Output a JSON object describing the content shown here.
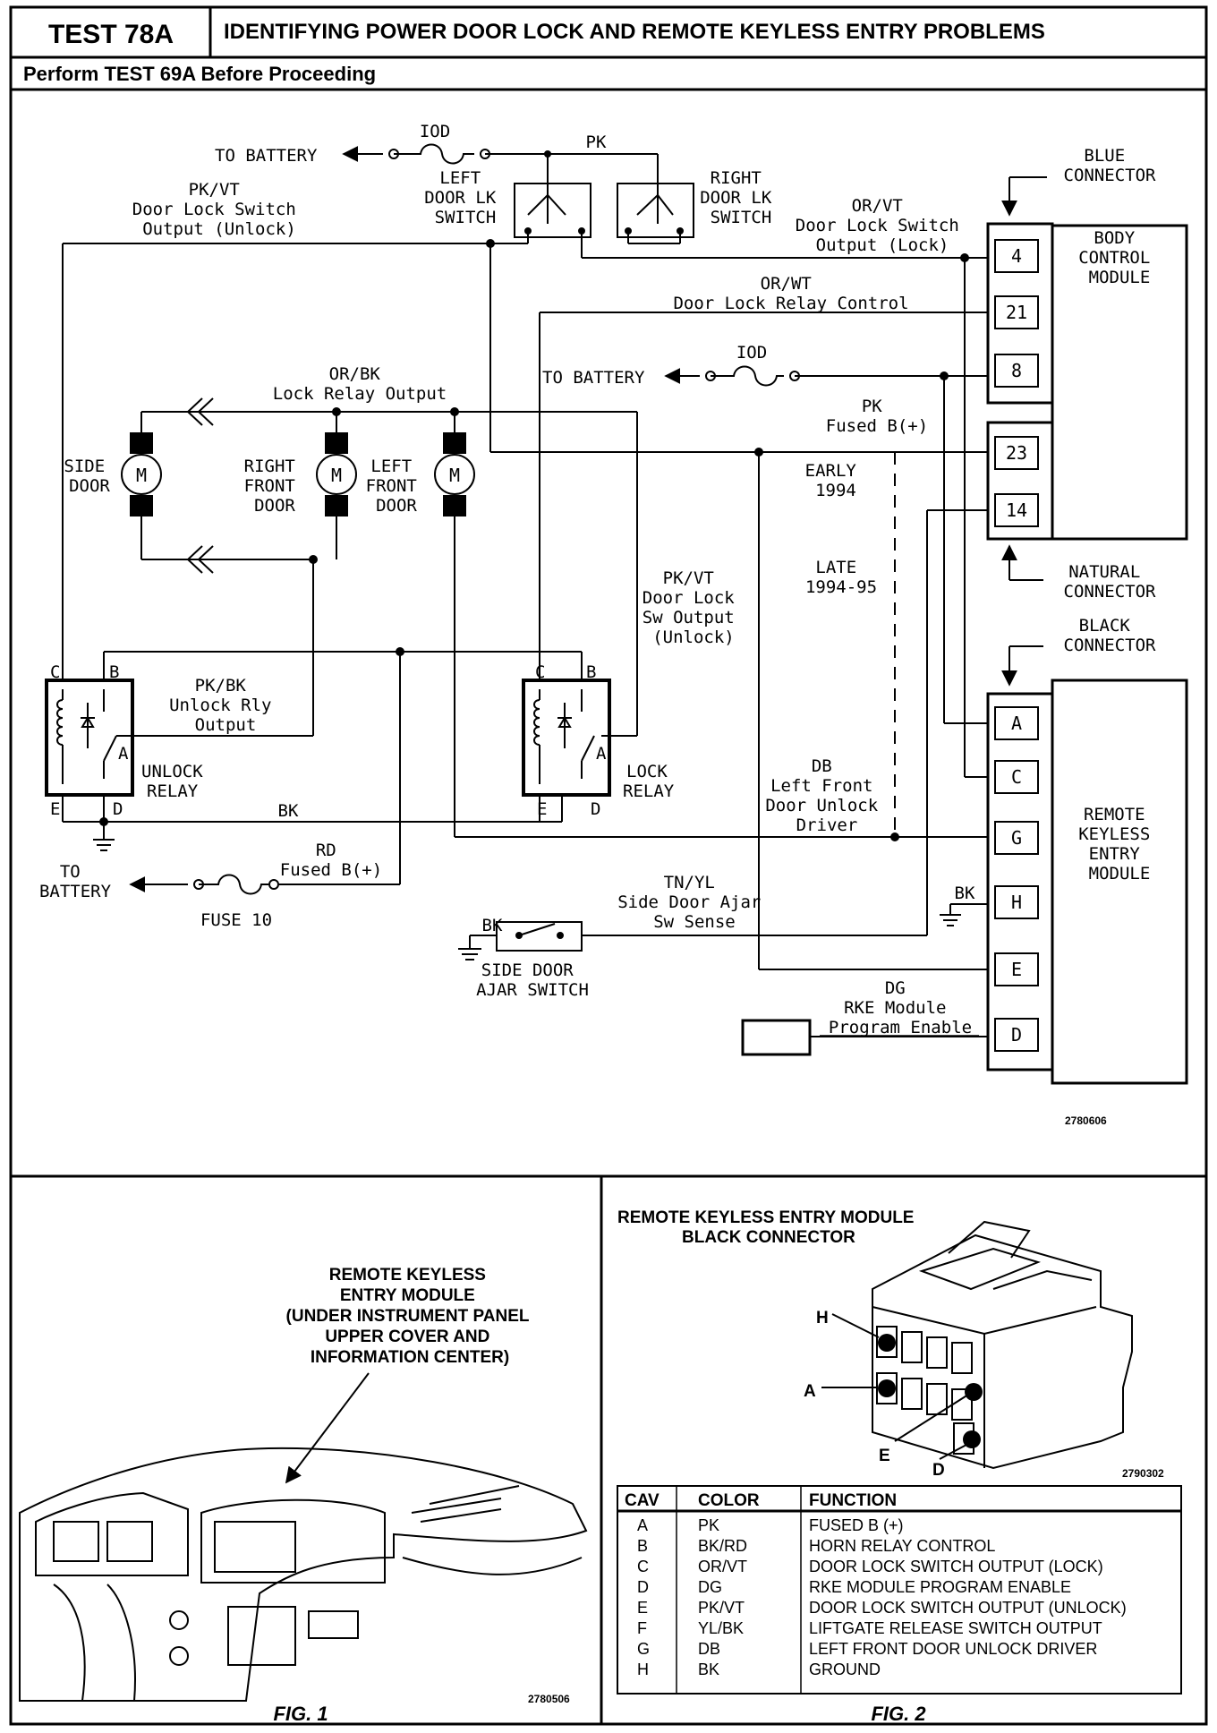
{
  "header": {
    "test_id": "TEST 78A",
    "title": "IDENTIFYING POWER DOOR LOCK AND REMOTE KEYLESS ENTRY PROBLEMS",
    "subtitle": "Perform TEST 69A Before Proceeding"
  },
  "schematic": {
    "labels": {
      "to_battery": "TO BATTERY",
      "iod": "IOD",
      "pk": "PK",
      "left_switch": [
        "LEFT",
        "DOOR LK",
        "SWITCH"
      ],
      "right_switch": [
        "RIGHT",
        "DOOR LK",
        "SWITCH"
      ],
      "pkvt_top": [
        "PK/VT",
        "Door Lock Switch",
        "Output (Unlock)"
      ],
      "orvt_lock": [
        "OR/VT",
        "Door Lock Switch",
        "Output (Lock)"
      ],
      "blue_connector": [
        "BLUE",
        "CONNECTOR"
      ],
      "bcm": [
        "BODY",
        "CONTROL",
        "MODULE"
      ],
      "relay_control": [
        "OR/WT",
        "Door Lock Relay Control"
      ],
      "iod2": "IOD",
      "to_battery2": "TO BATTERY",
      "pk_fused": [
        "PK",
        "Fused B(+)"
      ],
      "orbk": [
        "OR/BK",
        "Lock Relay Output"
      ],
      "side_door": [
        "SIDE",
        "DOOR"
      ],
      "right_front": [
        "RIGHT",
        "FRONT",
        "DOOR"
      ],
      "left_front": [
        "LEFT",
        "FRONT",
        "DOOR"
      ],
      "motor": "M",
      "early": [
        "EARLY",
        "1994"
      ],
      "late": [
        "LATE",
        "1994-95"
      ],
      "natural_connector": [
        "NATURAL",
        "CONNECTOR"
      ],
      "black_connector": [
        "BLACK",
        "CONNECTOR"
      ],
      "pkvt_mid": [
        "PK/VT",
        "Door Lock",
        "Sw Output",
        "(Unlock)"
      ],
      "pkbk": [
        "PK/BK",
        "Unlock Rly",
        "Output"
      ],
      "unlock_relay": [
        "UNLOCK",
        "RELAY"
      ],
      "lock_relay": [
        "LOCK",
        "RELAY"
      ],
      "relay_pins": [
        "C",
        "B",
        "A",
        "E",
        "D"
      ],
      "bk": "BK",
      "db": [
        "DB",
        "Left Front",
        "Door Unlock",
        "Driver"
      ],
      "rd": [
        "RD",
        "Fused B(+)"
      ],
      "to_battery3": [
        "TO",
        "BATTERY"
      ],
      "fuse10": "FUSE 10",
      "tnyl": [
        "TN/YL",
        "Side Door Ajar",
        "Sw Sense"
      ],
      "bk_switch": "BK",
      "side_ajar": [
        "SIDE DOOR",
        "AJAR SWITCH"
      ],
      "bk_h": "BK",
      "dg": [
        "DG",
        "RKE Module",
        "Program Enable"
      ],
      "rke": [
        "REMOTE",
        "KEYLESS",
        "ENTRY",
        "MODULE"
      ],
      "bcm_pins": [
        "4",
        "21",
        "8"
      ],
      "natural_pins": [
        "23",
        "14"
      ],
      "rke_pins": [
        "A",
        "C",
        "G",
        "H",
        "E",
        "D"
      ],
      "ref": "2780606"
    }
  },
  "fig1": {
    "caption": [
      "REMOTE KEYLESS",
      "ENTRY MODULE",
      "(UNDER INSTRUMENT PANEL",
      "UPPER COVER AND",
      "INFORMATION CENTER)"
    ],
    "ref": "2780506",
    "label": "FIG. 1"
  },
  "fig2": {
    "title": [
      "REMOTE KEYLESS ENTRY MODULE",
      "BLACK CONNECTOR"
    ],
    "callouts": [
      "H",
      "A",
      "E",
      "D"
    ],
    "ref": "2790302",
    "label": "FIG. 2",
    "table": {
      "headers": [
        "CAV",
        "COLOR",
        "FUNCTION"
      ],
      "rows": [
        [
          "A",
          "PK",
          "FUSED B (+)"
        ],
        [
          "B",
          "BK/RD",
          "HORN RELAY CONTROL"
        ],
        [
          "C",
          "OR/VT",
          "DOOR LOCK SWITCH OUTPUT (LOCK)"
        ],
        [
          "D",
          "DG",
          "RKE MODULE PROGRAM ENABLE"
        ],
        [
          "E",
          "PK/VT",
          "DOOR LOCK SWITCH OUTPUT (UNLOCK)"
        ],
        [
          "F",
          "YL/BK",
          "LIFTGATE RELEASE SWITCH OUTPUT"
        ],
        [
          "G",
          "DB",
          "LEFT FRONT DOOR UNLOCK DRIVER"
        ],
        [
          "H",
          "BK",
          "GROUND"
        ]
      ]
    }
  }
}
